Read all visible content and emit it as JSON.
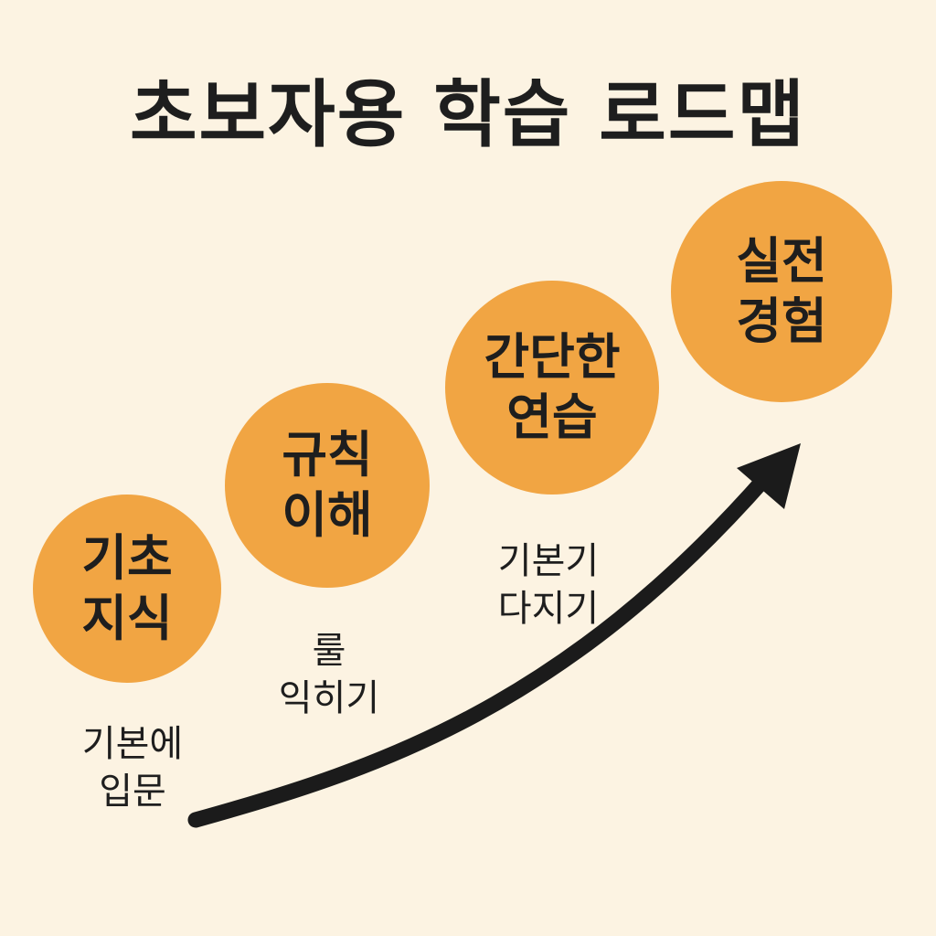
{
  "title": "초보자용 학습 로드맵",
  "colors": {
    "background": "#fcf3e2",
    "circle": "#f1a543",
    "text": "#1e1e1e",
    "arrow": "#1b1b1b"
  },
  "steps": [
    {
      "label": "기초\n지식",
      "caption": "기본에\n입문"
    },
    {
      "label": "규칙\n이해",
      "caption": "룰\n익히기"
    },
    {
      "label": "간단한\n연습",
      "caption": "기본기\n다지기"
    },
    {
      "label": "실전\n경험",
      "caption": ""
    }
  ],
  "arrow_icon": "upward-curved-arrow-icon"
}
